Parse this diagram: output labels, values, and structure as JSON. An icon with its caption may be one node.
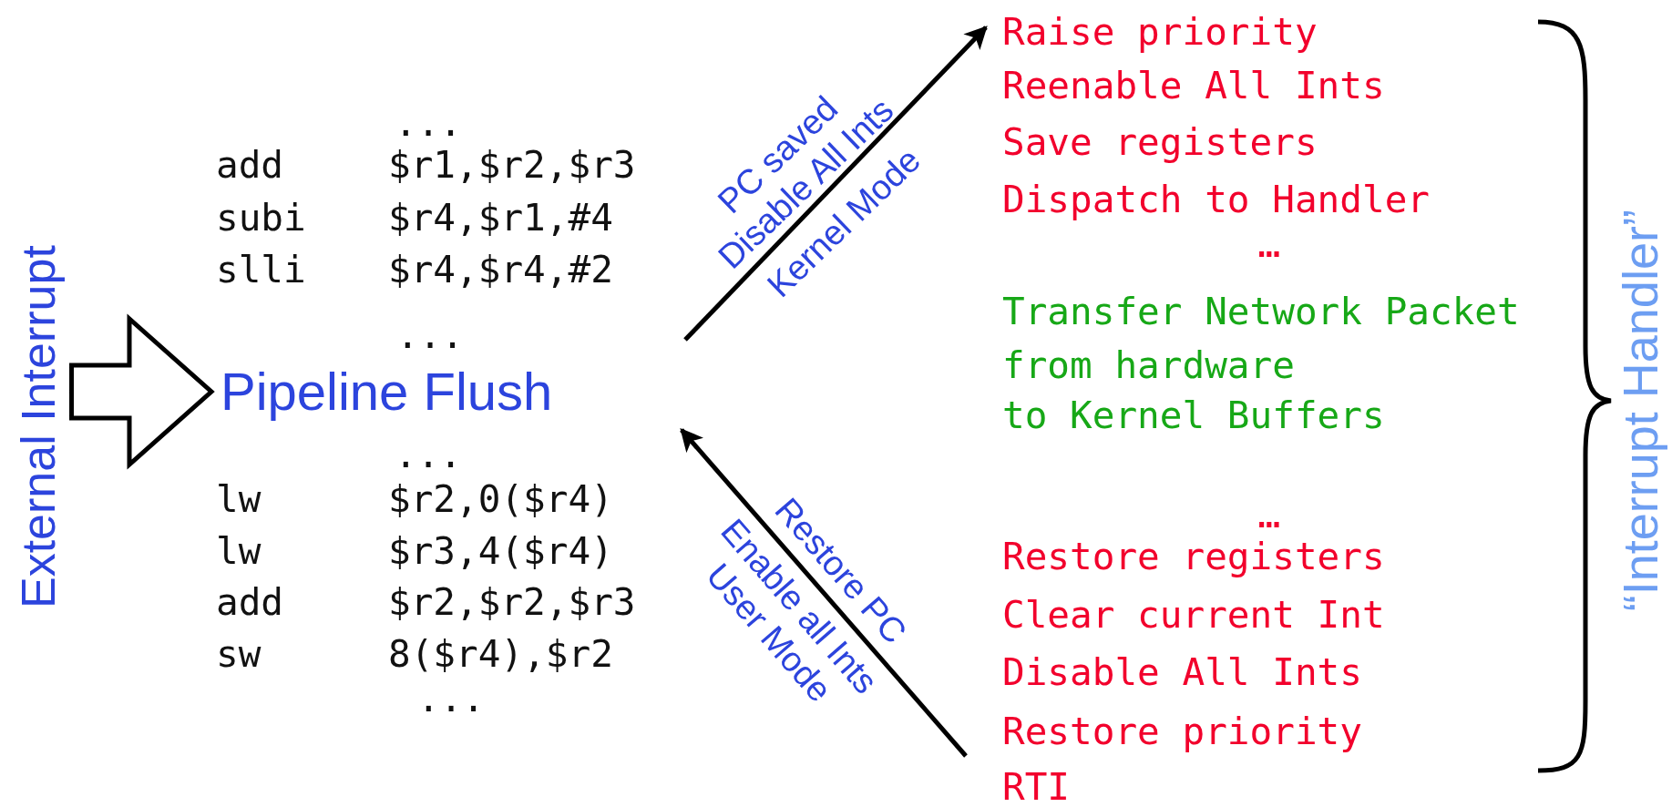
{
  "diagram": {
    "nodes": [
      {
        "text": [
          "External Interrupt"
        ]
      },
      {
        "text": [
          "Pipeline Flush"
        ]
      },
      {
        "text": [
          "Raise priority"
        ]
      },
      {
        "text": [
          "Restore priority"
        ]
      }
    ],
    "edges": [
      {
        "from": 0,
        "to": 1,
        "arrow": "to"
      },
      {
        "from": null,
        "to": 2,
        "arrow": "to"
      },
      {
        "from": 3,
        "to": null,
        "arrow": "to"
      }
    ],
    "labels": [
      "...",
      "add",
      "$r1,$r2,$r3",
      "subi",
      "$r4,$r1,#4",
      "slli",
      "$r4,$r4,#2",
      "...",
      "...",
      "lw",
      "$r2,0($r4)",
      "lw",
      "$r3,4($r4)",
      "add",
      "$r2,$r2,$r3",
      "sw",
      "8($r4),$r2",
      "...",
      "PC saved",
      "Disable All Ints",
      "Kernel Mode",
      "Restore PC",
      "Enable all Ints",
      "User Mode",
      "Reenable All Ints",
      "Save registers",
      "Dispatch to Handler",
      "…",
      "Transfer Network Packet",
      "from hardware",
      "to Kernel Buffers",
      "…",
      "Restore registers",
      "Clear current Int",
      "Disable All Ints",
      "RTI",
      "“Interrupt Handler”"
    ]
  }
}
